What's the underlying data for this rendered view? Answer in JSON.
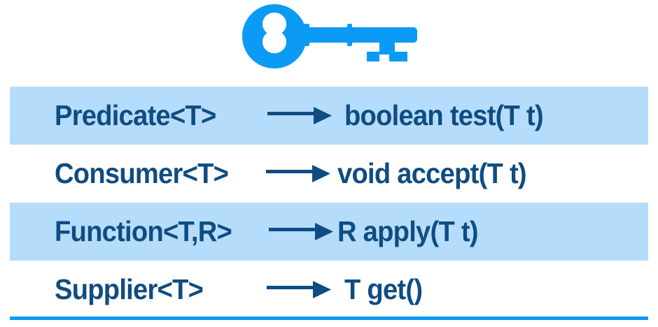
{
  "slide": {
    "icon": {
      "name": "key-icon",
      "color": "#0b9bf5"
    },
    "colors": {
      "accent": "#0b9bf5",
      "band": "#b5dcfb",
      "text": "#0f4c81",
      "background": "#ffffff"
    },
    "arrow_glyph": "⟶",
    "rows": [
      {
        "type": "Predicate<T>",
        "arrow": "⟶",
        "signature": "boolean test(T t)",
        "shaded": true
      },
      {
        "type": "Consumer<T>",
        "arrow": "⟶",
        "signature": "void accept(T t)",
        "shaded": false
      },
      {
        "type": "Function<T,R>",
        "arrow": "⟶",
        "signature": "R apply(T t)",
        "shaded": true
      },
      {
        "type": "Supplier<T>",
        "arrow": "⟶",
        "signature": "T get()",
        "shaded": false
      }
    ]
  }
}
